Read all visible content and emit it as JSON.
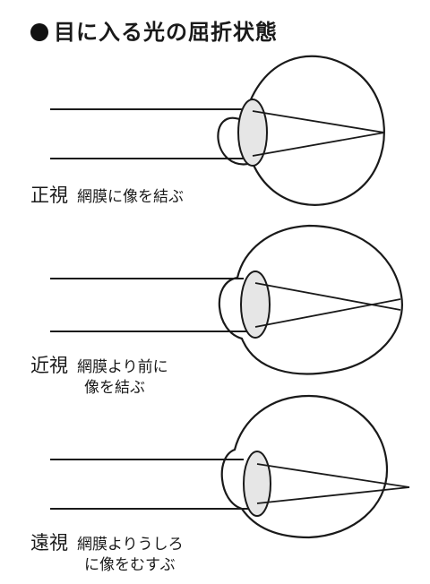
{
  "title": "目に入る光の屈折状態",
  "sections": [
    {
      "term": "正視",
      "desc_line1": "網膜に像を結ぶ",
      "desc_line2": ""
    },
    {
      "term": "近視",
      "desc_line1": "網膜より前に",
      "desc_line2": "像を結ぶ"
    },
    {
      "term": "遠視",
      "desc_line1": "網膜よりうしろ",
      "desc_line2": "に像をむすぶ"
    }
  ],
  "colors": {
    "lens_fill": "#e6e6e6",
    "stroke": "#1a1a1a"
  }
}
